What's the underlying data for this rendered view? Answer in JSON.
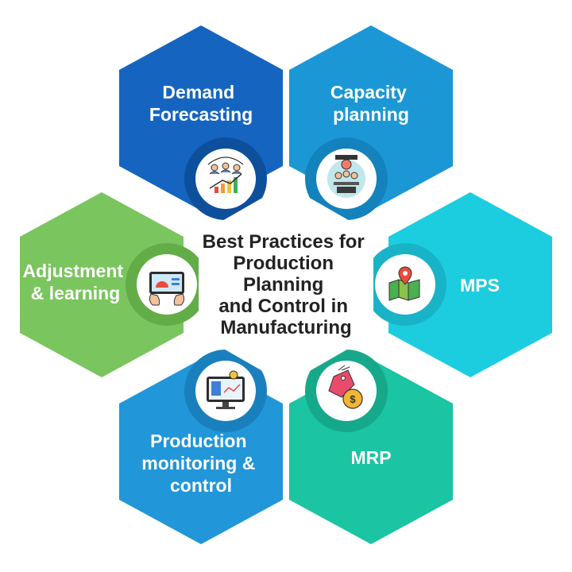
{
  "center": {
    "title_lines": [
      "Best Practices for",
      "Production",
      "Planning",
      "and Control in",
      "Manufacturing"
    ]
  },
  "segments": [
    {
      "id": "demand",
      "lines": [
        "Demand",
        "Forecasting"
      ],
      "color": "#1565c0",
      "icon": "analytics-team-icon"
    },
    {
      "id": "capacity",
      "lines": [
        "Capacity",
        "planning"
      ],
      "color": "#1b97d6",
      "icon": "meeting-team-icon"
    },
    {
      "id": "mps",
      "lines": [
        "MPS"
      ],
      "color": "#1ccde0",
      "icon": "map-pin-icon"
    },
    {
      "id": "mrp",
      "lines": [
        "MRP"
      ],
      "color": "#1bc4a2",
      "icon": "price-tag-coin-icon"
    },
    {
      "id": "monitoring",
      "lines": [
        "Production",
        "monitoring &",
        "control"
      ],
      "color": "#2196d8",
      "icon": "monitor-dashboard-icon"
    },
    {
      "id": "adjustment",
      "lines": [
        "Adjustment",
        "& learning"
      ],
      "color": "#7ac55e",
      "icon": "tablet-touch-icon"
    }
  ]
}
